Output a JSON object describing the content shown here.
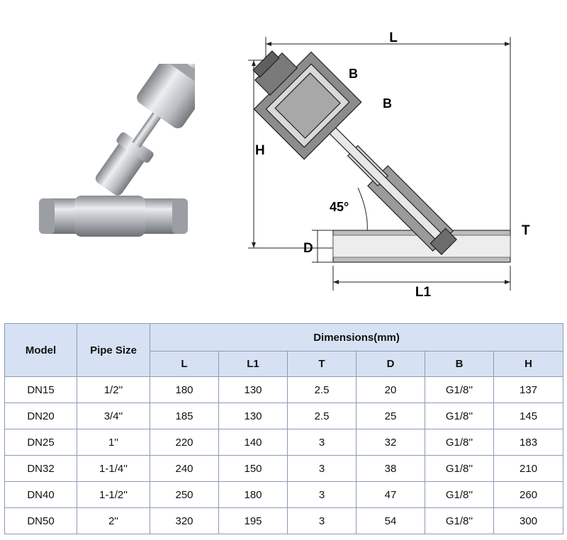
{
  "diagram": {
    "labels": {
      "L": "L",
      "B_top": "B",
      "B_mid": "B",
      "H": "H",
      "angle": "45°",
      "D": "D",
      "T": "T",
      "L1": "L1"
    }
  },
  "table": {
    "headers": {
      "model": "Model",
      "pipe_size": "Pipe Size",
      "dimensions": "Dimensions(mm)",
      "cols": [
        "L",
        "L1",
        "T",
        "D",
        "B",
        "H"
      ]
    },
    "rows": [
      [
        "DN15",
        "1/2''",
        "180",
        "130",
        "2.5",
        "20",
        "G1/8''",
        "137"
      ],
      [
        "DN20",
        "3/4''",
        "185",
        "130",
        "2.5",
        "25",
        "G1/8''",
        "145"
      ],
      [
        "DN25",
        "1''",
        "220",
        "140",
        "3",
        "32",
        "G1/8''",
        "183"
      ],
      [
        "DN32",
        "1-1/4''",
        "240",
        "150",
        "3",
        "38",
        "G1/8''",
        "210"
      ],
      [
        "DN40",
        "1-1/2''",
        "250",
        "180",
        "3",
        "47",
        "G1/8''",
        "260"
      ],
      [
        "DN50",
        "2''",
        "320",
        "195",
        "3",
        "54",
        "G1/8''",
        "300"
      ]
    ]
  }
}
